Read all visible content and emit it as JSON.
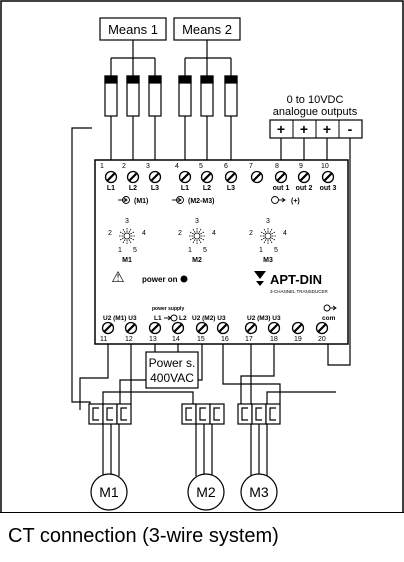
{
  "caption": "CT connection (3-wire system)",
  "means": {
    "m1": "Means 1",
    "m2": "Means 2"
  },
  "outputs": {
    "line1": "0 to 10VDC",
    "line2": "analogue outputs",
    "signs": [
      "+",
      "+",
      "+",
      "-"
    ]
  },
  "top_terminals": {
    "numbers": [
      "1",
      "2",
      "3",
      "4",
      "5",
      "6",
      "7",
      "8",
      "9",
      "10"
    ],
    "labels": [
      "L1",
      "L2",
      "L3",
      "L1",
      "L2",
      "L3",
      "out 1",
      "out 2",
      "out 3"
    ],
    "group1": "(M1)",
    "group2": "(M2-M3)",
    "group3": "(+)"
  },
  "dials": [
    {
      "name": "M1",
      "digits": [
        "1",
        "2",
        "3",
        "4",
        "5"
      ]
    },
    {
      "name": "M2",
      "digits": [
        "1",
        "2",
        "3",
        "4",
        "5"
      ]
    },
    {
      "name": "M3",
      "digits": [
        "1",
        "2",
        "3",
        "4",
        "5"
      ]
    }
  ],
  "warning": "⚠",
  "power_on": "power on",
  "brand": {
    "name": "APT-DIN",
    "sub": "3-CHANNEL TRANSDUCER"
  },
  "bottom_terminals": {
    "numbers": [
      "11",
      "12",
      "13",
      "14",
      "15",
      "16",
      "17",
      "18",
      "19",
      "20"
    ],
    "power_supply": "power supply",
    "ps_l1": "L1",
    "ps_l2": "L2",
    "group_m1_a": "U2 (M1) U3",
    "group_m2_a": "U2 (M2) U3",
    "group_m3_a": "U2 (M3) U3",
    "com": "com"
  },
  "power_box": {
    "line1": "Power s.",
    "line2": "400VAC"
  },
  "motors": [
    "M1",
    "M2",
    "M3"
  ]
}
